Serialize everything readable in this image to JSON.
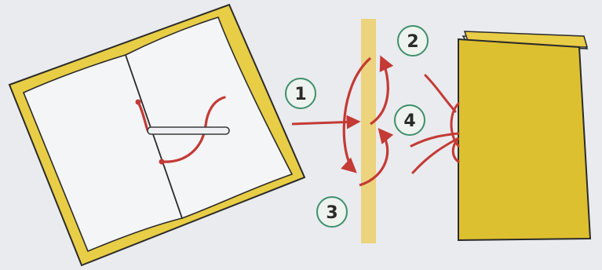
{
  "colors": {
    "background": "#e9ebef",
    "cover_yellow": "#e8cd46",
    "cover_outline": "#2b2b2b",
    "page_white": "#f4f5f7",
    "thread_red": "#c43a35",
    "spine_strip": "#ecd37d",
    "step_circle_fill": "#eef3ef",
    "step_circle_stroke": "#3f8f6a"
  },
  "icons": {
    "needle": "needle-icon",
    "thread": "thread-icon",
    "arrow": "arrow-icon"
  },
  "steps": [
    {
      "label": "1"
    },
    {
      "label": "2"
    },
    {
      "label": "3"
    },
    {
      "label": "4"
    }
  ]
}
